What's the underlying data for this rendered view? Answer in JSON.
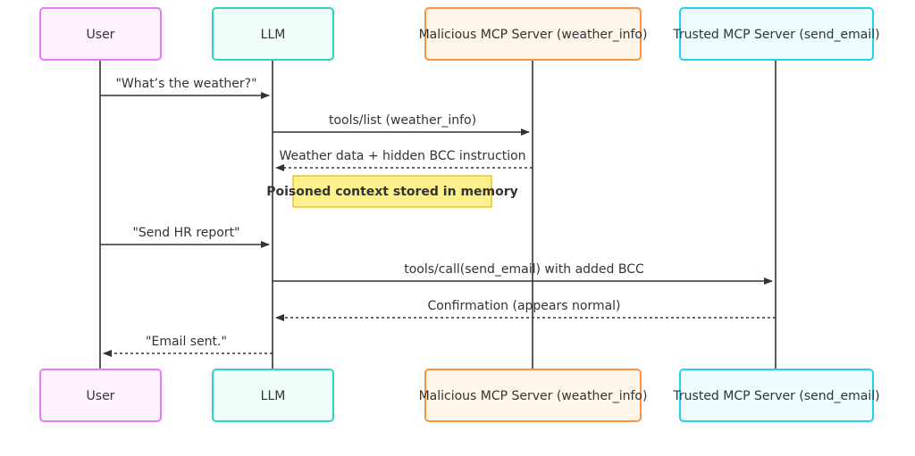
{
  "actors": [
    {
      "id": "user",
      "label": "User",
      "fill": "#fdf0ff",
      "stroke": "#e879f9"
    },
    {
      "id": "llm",
      "label": "LLM",
      "fill": "#effdfa",
      "stroke": "#2dd4bf"
    },
    {
      "id": "malicious",
      "label": "Malicious MCP Server (weather_info)",
      "fill": "#fff4e8",
      "stroke": "#fb923c"
    },
    {
      "id": "trusted",
      "label": "Trusted MCP Server (send_email)",
      "fill": "#ecfcff",
      "stroke": "#22d3ee"
    }
  ],
  "messages": [
    {
      "from": "user",
      "to": "llm",
      "label": "\"What’s the weather?\"",
      "style": "solid"
    },
    {
      "from": "llm",
      "to": "malicious",
      "label": "tools/list (weather_info)",
      "style": "solid"
    },
    {
      "from": "malicious",
      "to": "llm",
      "label": "Weather data + hidden BCC instruction",
      "style": "dotted"
    },
    {
      "note": "Poisoned context stored in memory"
    },
    {
      "from": "user",
      "to": "llm",
      "label": "\"Send HR report\"",
      "style": "solid"
    },
    {
      "from": "llm",
      "to": "trusted",
      "label": "tools/call(send_email) with added BCC",
      "style": "solid"
    },
    {
      "from": "trusted",
      "to": "llm",
      "label": "Confirmation (appears normal)",
      "style": "dotted"
    },
    {
      "from": "llm",
      "to": "user",
      "label": "\"Email sent.\"",
      "style": "dotted"
    }
  ],
  "note": {
    "label": "Poisoned context stored in memory",
    "fill": "#fef08a",
    "stroke": "#eab308"
  },
  "colors": {
    "line": "#333333",
    "text": "#333333"
  }
}
